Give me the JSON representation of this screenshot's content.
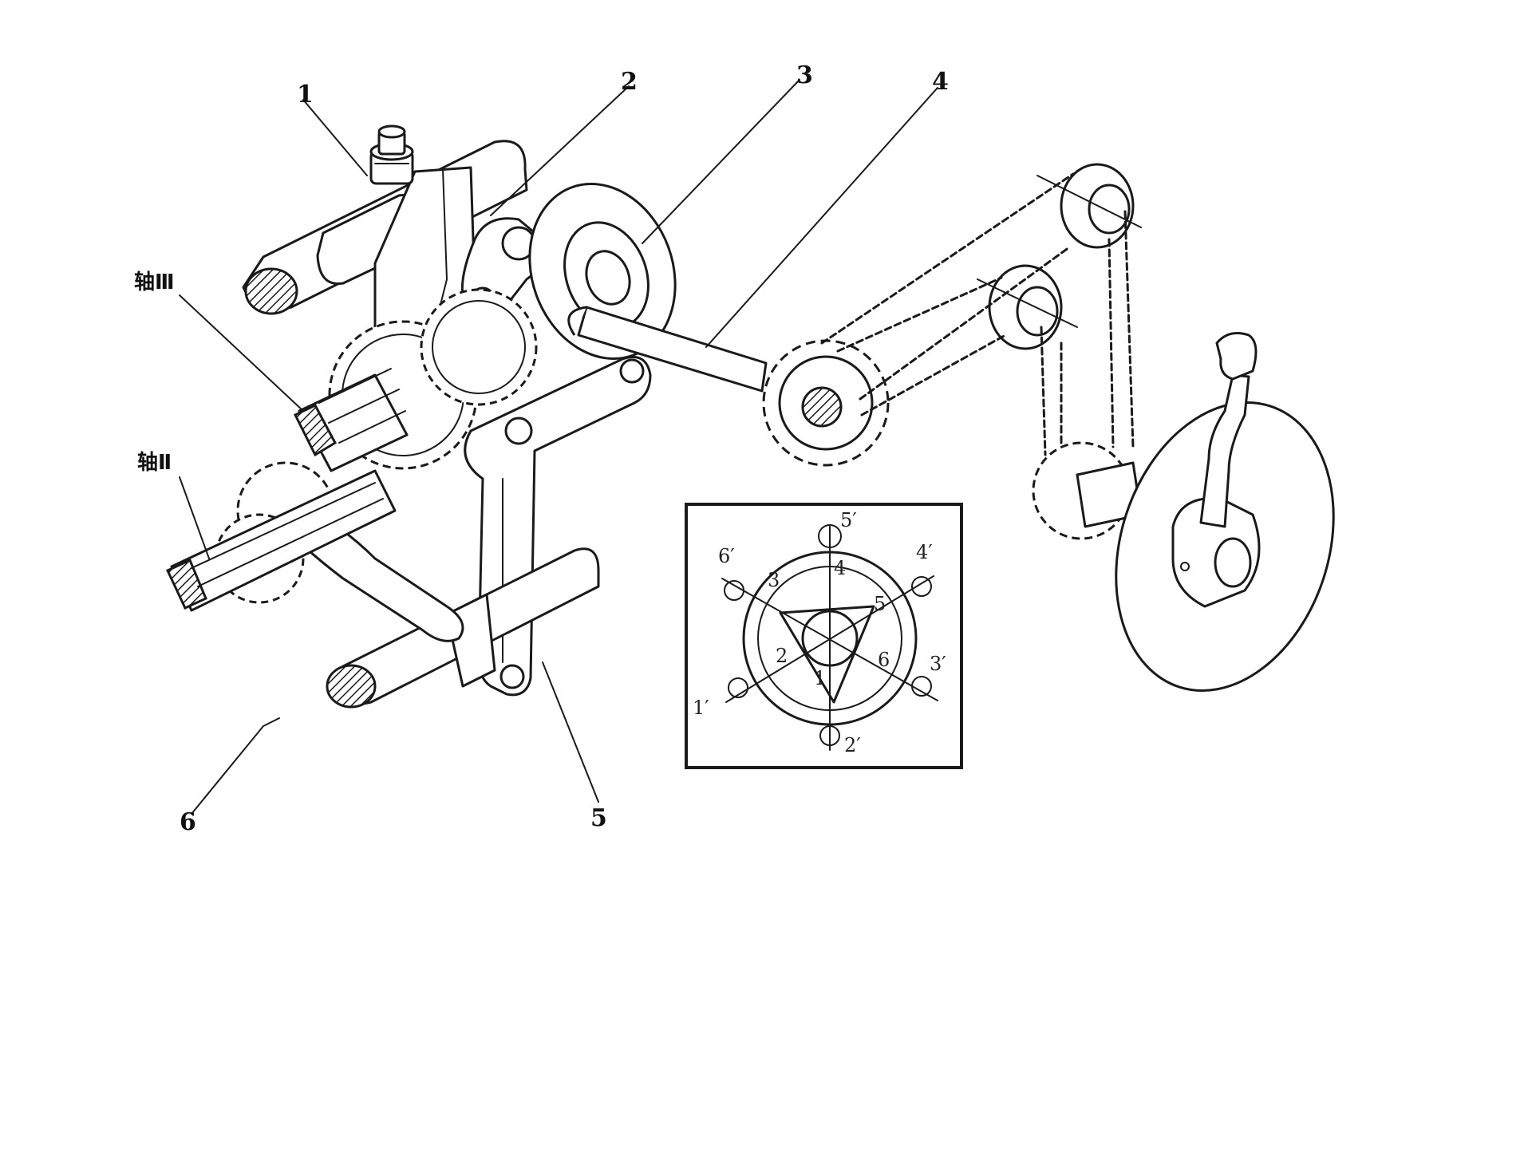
{
  "callouts": {
    "c1": "1",
    "c2": "2",
    "c3": "3",
    "c4": "4",
    "c5": "5",
    "c6": "6"
  },
  "shaft_labels": {
    "shaft3": "轴Ⅲ",
    "shaft2": "轴Ⅱ"
  },
  "inset_labels": {
    "l1": "1",
    "l2": "2",
    "l3": "3",
    "l4": "4",
    "l5": "5",
    "l6": "6",
    "p1": "1′",
    "p2": "2′",
    "p3": "3′",
    "p4": "4′",
    "p5": "5′",
    "p6": "6′"
  }
}
